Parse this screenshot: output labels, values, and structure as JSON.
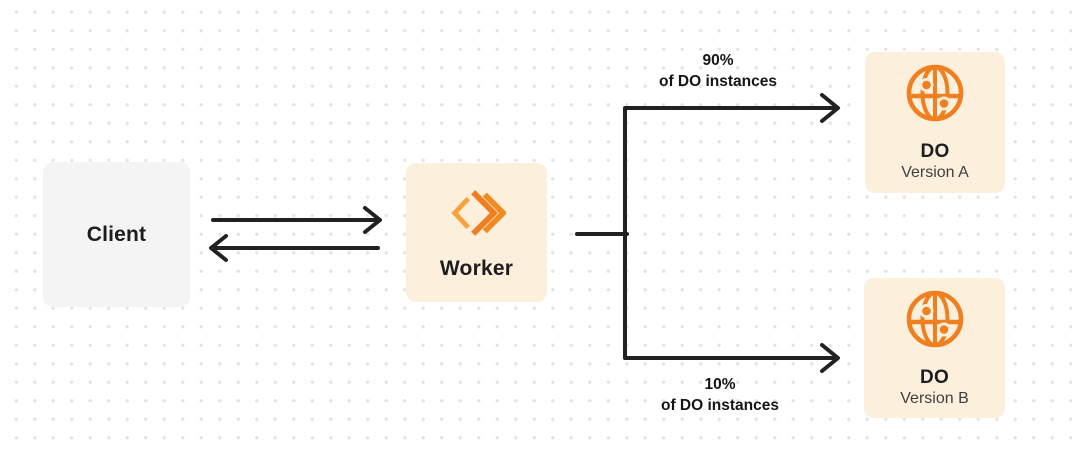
{
  "nodes": {
    "client": {
      "label": "Client"
    },
    "worker": {
      "label": "Worker",
      "icon": "workers-chevrons-icon"
    },
    "do_a": {
      "label": "DO",
      "sublabel": "Version A",
      "icon": "durable-object-globe-icon"
    },
    "do_b": {
      "label": "DO",
      "sublabel": "Version B",
      "icon": "durable-object-globe-icon"
    }
  },
  "edges": {
    "client_worker": {
      "type": "bidirectional-arrows"
    },
    "split_top": {
      "percent": "90%",
      "caption": "of DO instances",
      "target": "DO Version A"
    },
    "split_bottom": {
      "percent": "10%",
      "caption": "of DO instances",
      "target": "DO Version B"
    }
  },
  "colors": {
    "accent_orange": "#EF7E1E",
    "accent_orange_light": "#F7A23C",
    "node_cream": "#FCF0DD",
    "node_gray": "#F4F4F5",
    "line": "#212121",
    "text": "#1D1D1F",
    "secondary_text": "#3F3F42",
    "dot_grid": "#E4E4E6"
  }
}
